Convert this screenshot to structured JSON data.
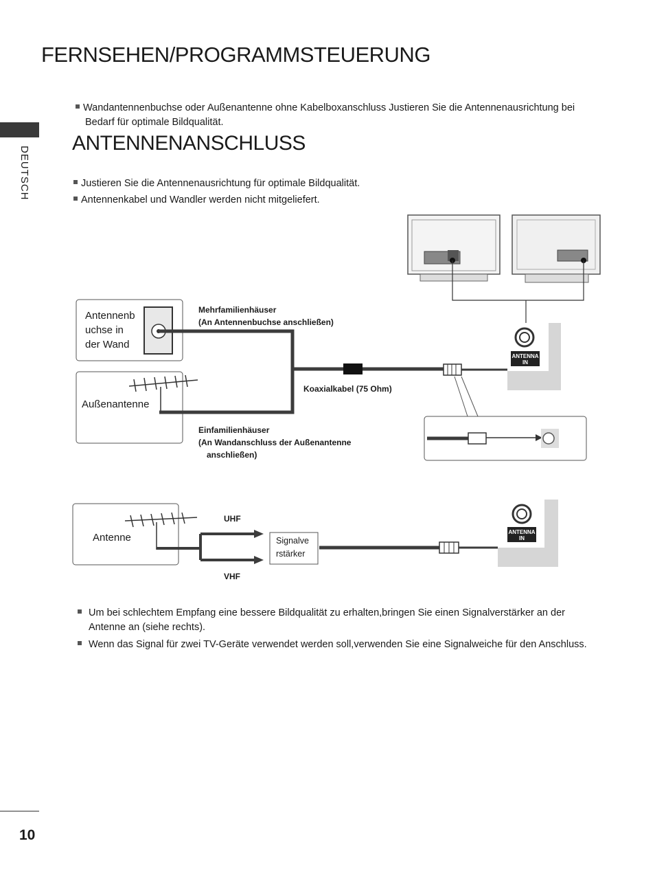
{
  "header": {
    "title": "FERNSEHEN/PROGRAMMSTEUERUNG"
  },
  "sidebar": {
    "language": "DEUTSCH"
  },
  "intro": {
    "line1": "Wandantennenbuchse oder Außenantenne ohne Kabelboxanschluss Justieren Sie die Antennenausrichtung bei",
    "line2": "Bedarf für optimale Bildqualität."
  },
  "section": {
    "title": "ANTENNENANSCHLUSS",
    "bullets": [
      "Justieren Sie die Antennenausrichtung für optimale Bildqualität.",
      "Antennenkabel und Wandler werden nicht mitgeliefert."
    ]
  },
  "diagram1": {
    "wall_label": [
      "Antennenb",
      "uchse in",
      "der Wand"
    ],
    "outdoor_label": "Außenantenne",
    "multi_title": "Mehrfamilienhäuser",
    "multi_sub": "(An Antennenbuchse anschließen)",
    "coax_label": "Koaxialkabel (75 Ohm)",
    "single_title": "Einfamilienhäuser",
    "single_sub1": "(An Wandanschluss der Außenantenne",
    "single_sub2": "anschließen)",
    "port_line1": "ANTENNA",
    "port_line2": "IN"
  },
  "diagram2": {
    "antenna_label": "Antenne",
    "uhf_label": "UHF",
    "vhf_label": "VHF",
    "amp_line1": "Signalve",
    "amp_line2": "rstärker",
    "port_line1": "ANTENNA",
    "port_line2": "IN"
  },
  "notes": {
    "n1_line1": "Um bei schlechtem Empfang eine bessere Bildqualität zu erhalten,bringen Sie einen Signalverstärker an der",
    "n1_line2": "Antenne an (siehe rechts).",
    "n2": "Wenn das Signal für zwei TV-Geräte verwendet werden soll,verwenden Sie eine Signalweiche für den Anschluss."
  },
  "footer": {
    "page_number": "10"
  },
  "colors": {
    "tab": "#3a3a3a",
    "cable": "#3c3c3c",
    "panel": "#d6d6d6",
    "port_label_bg": "#222222"
  }
}
